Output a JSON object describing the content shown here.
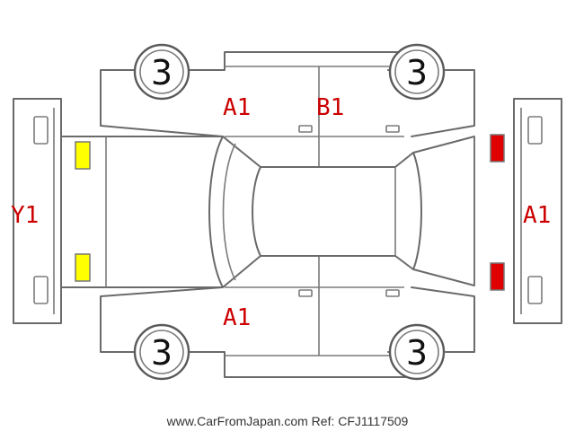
{
  "colors": {
    "outline": "#6a6a6a",
    "damage_text": "#cc0000",
    "headlight": "#ffff00",
    "taillight": "#e00000",
    "wheel_number": "#111111"
  },
  "wheels": {
    "front_left": "3",
    "rear_left": "3",
    "front_right": "3",
    "rear_right": "3"
  },
  "damage_marks": {
    "front_bumper": "Y1",
    "rear_bumper": "A1",
    "left_front_door": "A1",
    "left_rear_door": "B1",
    "right_front_door": "A1"
  },
  "footer": {
    "text": "www.CarFromJapan.com Ref: CFJ1117509"
  }
}
